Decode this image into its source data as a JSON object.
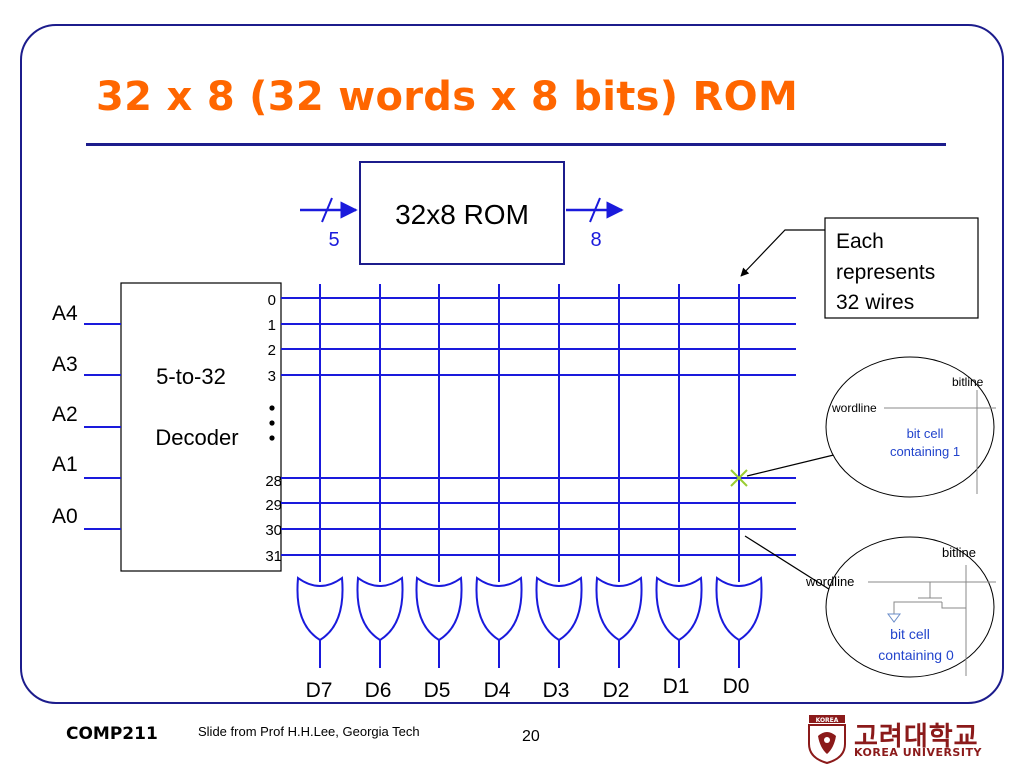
{
  "slide": {
    "title": "32 x 8 (32 words x 8 bits) ROM"
  },
  "rom_block": {
    "label": "32x8 ROM",
    "in_width": "5",
    "out_width": "8"
  },
  "decoder": {
    "line1": "5-to-32",
    "line2": "Decoder",
    "inputs": [
      "A4",
      "A3",
      "A2",
      "A1",
      "A0"
    ],
    "outputs_top": [
      "0",
      "1",
      "2",
      "3"
    ],
    "outputs_bottom": [
      "28",
      "29",
      "30",
      "31"
    ]
  },
  "outputs": [
    "D7",
    "D6",
    "D5",
    "D4",
    "D3",
    "D2",
    "D1",
    "D0"
  ],
  "callout": {
    "lines": [
      "Each",
      "represents",
      "32 wires"
    ]
  },
  "cell1": {
    "wordline": "wordline",
    "bitline": "bitline",
    "line1": "bit cell",
    "line2": "containing 1"
  },
  "cell0": {
    "wordline": "wordline",
    "bitline": "bitline",
    "line1": "bit cell",
    "line2": "containing 0"
  },
  "footer": {
    "course": "COMP211",
    "credit": "Slide from Prof H.H.Lee, Georgia Tech",
    "page": "20"
  },
  "logo": {
    "korean": "고려대학교",
    "english": "KOREA UNIVERSITY",
    "badge": "KOREA"
  },
  "colors": {
    "title": "#ff6600",
    "wire": "#1a1adc",
    "frame": "#1c1c8c",
    "cross": "#9acd32",
    "logo": "#8b1a1a"
  }
}
